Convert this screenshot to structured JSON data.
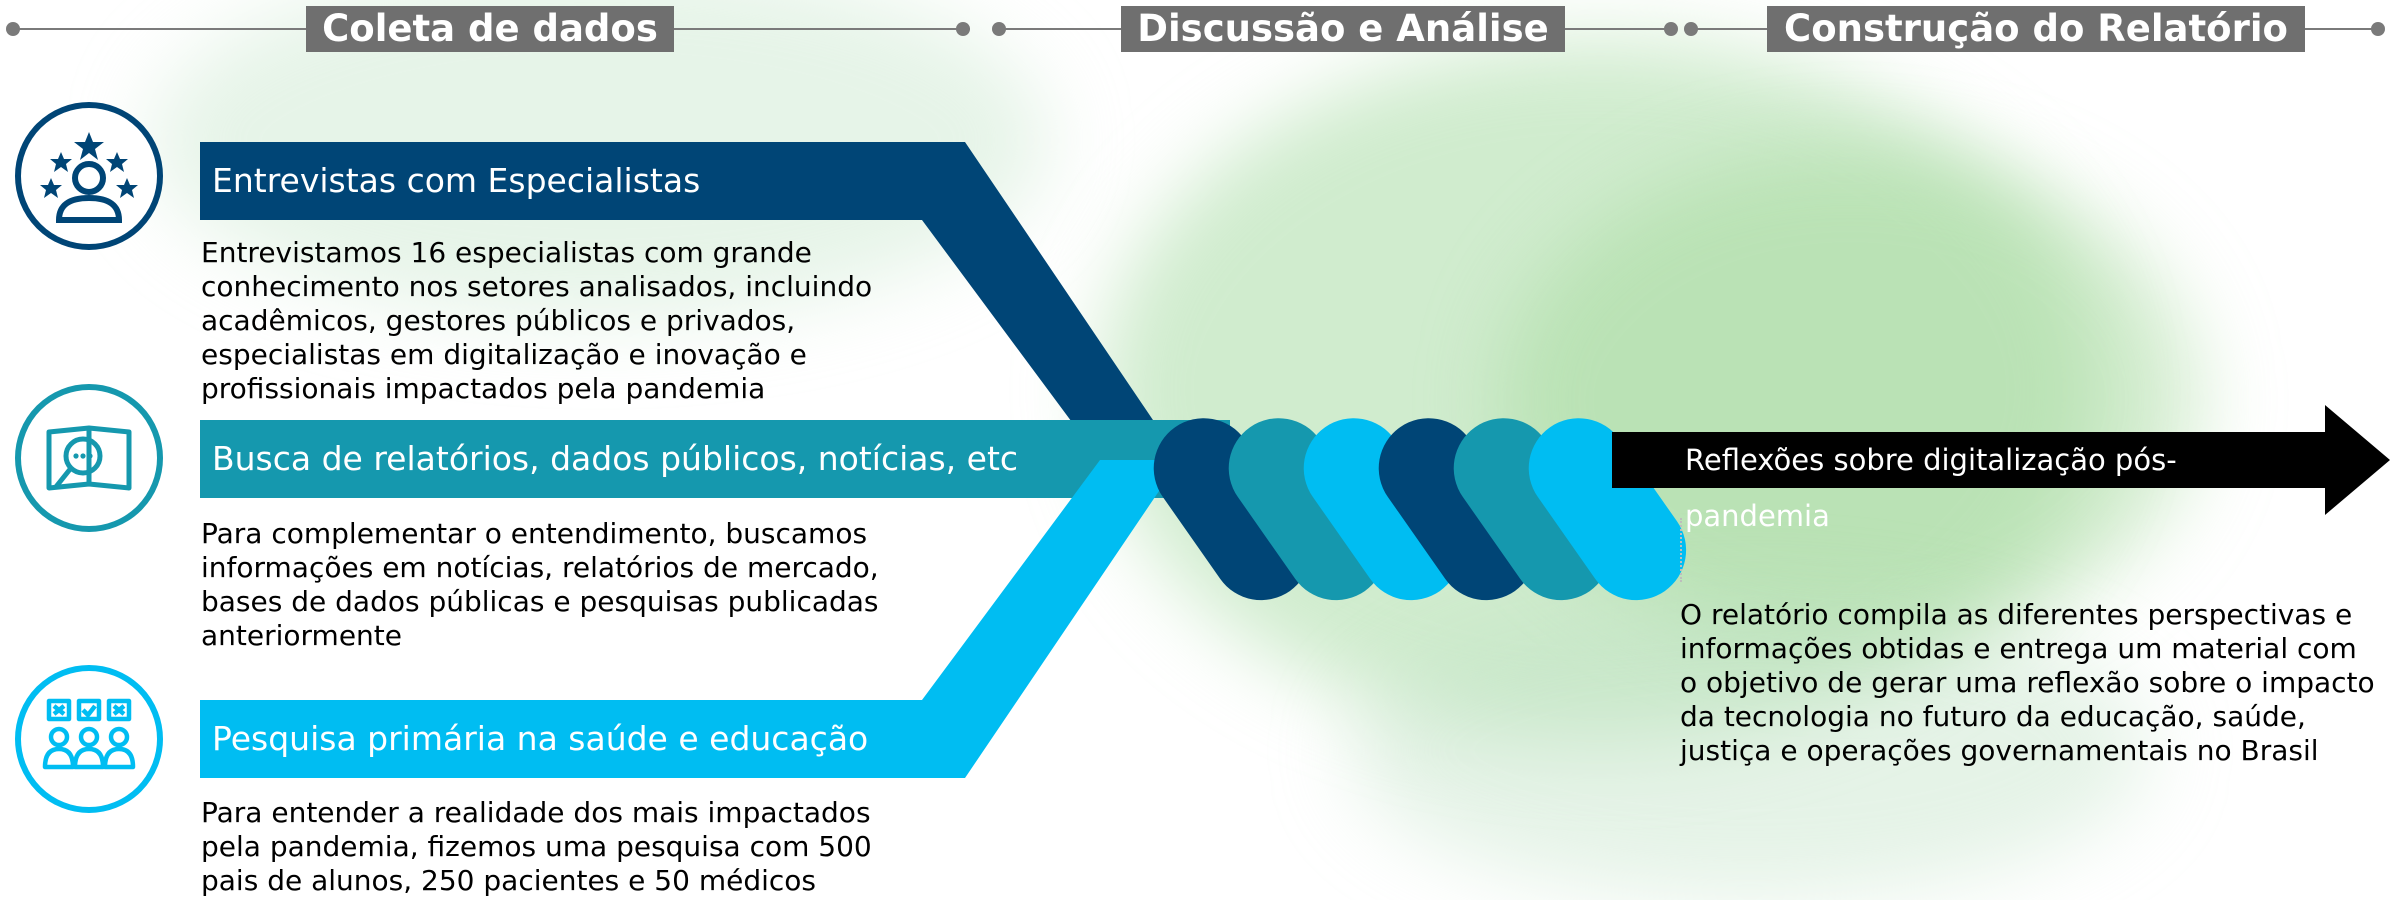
{
  "phases": [
    {
      "title": "Coleta de dados"
    },
    {
      "title": "Discussão e Análise"
    },
    {
      "title": "Construção do Relatório"
    }
  ],
  "sources": [
    {
      "title": "Entrevistas com Especialistas",
      "description": "Entrevistamos 16 especialistas com grande conhecimento nos setores analisados, incluindo acadêmicos, gestores públicos e privados, especialistas em digitalização e inovação e profissionais impactados pela pandemia",
      "icon": "expert-stars-icon",
      "color": "#004576"
    },
    {
      "title": "Busca de relatórios, dados públicos, notícias, etc",
      "description": "Para complementar o entendimento, buscamos informações em notícias, relatórios de mercado, bases de dados públicas e pesquisas publicadas anteriormente",
      "icon": "book-search-icon",
      "color": "#1598ae"
    },
    {
      "title": "Pesquisa primária na saúde e educação",
      "description": "Para entender a realidade dos mais impactados pela pandemia, fizemos uma pesquisa com 500 pais de alunos, 250 pacientes e 50 médicos",
      "icon": "survey-people-icon",
      "color": "#00bdf2"
    }
  ],
  "output": {
    "label": "Reflexões sobre digitalização pós-pandemia",
    "description": "O relatório compila as diferentes perspectivas e informações obtidas e entrega um material com o objetivo de gerar uma reflexão sobre o impacto da tecnologia no futuro da educação, saúde, justiça e operações governamentais no Brasil",
    "color": "#000000"
  }
}
